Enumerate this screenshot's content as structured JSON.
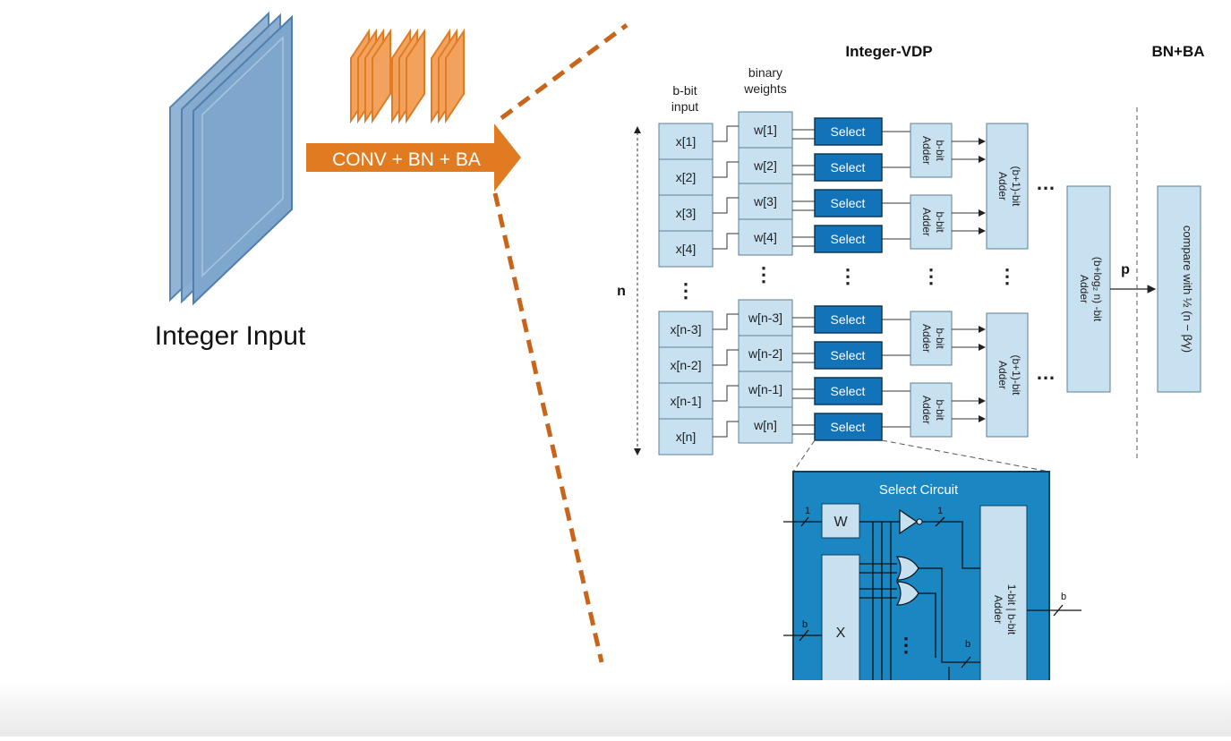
{
  "left": {
    "input_label": "Integer Input",
    "arrow_label": "CONV + BN + BA"
  },
  "header": {
    "vdp_title": "Integer-VDP",
    "bnba_title": "BN+BA",
    "input_col_line1": "b-bit",
    "input_col_line2": "input",
    "weights_col_line1": "binary",
    "weights_col_line2": "weights"
  },
  "inputs_top": [
    "x[1]",
    "x[2]",
    "x[3]",
    "x[4]"
  ],
  "inputs_bottom": [
    "x[n-3]",
    "x[n-2]",
    "x[n-1]",
    "x[n]"
  ],
  "weights_top": [
    "w[1]",
    "w[2]",
    "w[3]",
    "w[4]"
  ],
  "weights_bottom": [
    "w[n-3]",
    "w[n-2]",
    "w[n-1]",
    "w[n]"
  ],
  "select_label": "Select",
  "adder": {
    "bbit_line1": "b-bit",
    "bbit_line2": "Adder",
    "b1bit_line1": "(b+1)-bit",
    "b1bit_line2": "Adder",
    "final_line1": "(b+log₂ n) -bit",
    "final_line2": "Adder",
    "compare_text": "compare with  ½ (n − β⁄γ)"
  },
  "labels": {
    "n": "n",
    "p": "p",
    "ellipsis": "…",
    "vdots": "⋮"
  },
  "select_circuit": {
    "title": "Select Circuit",
    "w_label": "W",
    "x_label": "X",
    "one_a": "1",
    "one_b": "1",
    "b_in": "b",
    "b_mid": "b",
    "b_out": "b",
    "adder_line1": "1-bit | b-bit",
    "adder_line2": "Adder"
  },
  "colors": {
    "cube_blue": "#7fa6cc",
    "kernel_orange": "#e07b22",
    "arrow_orange": "#e07b22",
    "light_box": "#c8e1f0",
    "select_fill": "#1273b8",
    "circuit_bg": "#1a86c2"
  }
}
